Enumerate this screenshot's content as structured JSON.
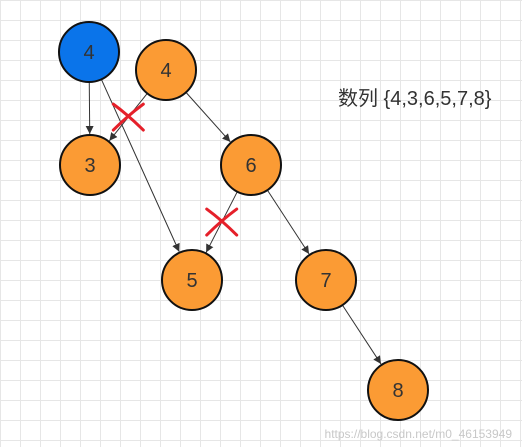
{
  "sequence_label": "数列 {4,3,6,5,7,8}",
  "watermark": "https://blog.csdn.net/m0_46153949",
  "colors": {
    "highlight_node": "#0a74ea",
    "node": "#fb9b34",
    "edge": "#333333",
    "cross": "#e5202a"
  },
  "nodes": [
    {
      "id": "n4a",
      "label": "4",
      "highlight": true
    },
    {
      "id": "n4b",
      "label": "4",
      "highlight": false
    },
    {
      "id": "n3",
      "label": "3",
      "highlight": false
    },
    {
      "id": "n6",
      "label": "6",
      "highlight": false
    },
    {
      "id": "n5",
      "label": "5",
      "highlight": false
    },
    {
      "id": "n7",
      "label": "7",
      "highlight": false
    },
    {
      "id": "n8",
      "label": "8",
      "highlight": false
    }
  ],
  "edges": [
    {
      "from": "n4a",
      "to": "n3",
      "crossed": false
    },
    {
      "from": "n4a",
      "to": "n5",
      "crossed": false
    },
    {
      "from": "n4b",
      "to": "n3",
      "crossed": true
    },
    {
      "from": "n4b",
      "to": "n6",
      "crossed": false
    },
    {
      "from": "n6",
      "to": "n5",
      "crossed": true
    },
    {
      "from": "n6",
      "to": "n7",
      "crossed": false
    },
    {
      "from": "n7",
      "to": "n8",
      "crossed": false
    }
  ]
}
